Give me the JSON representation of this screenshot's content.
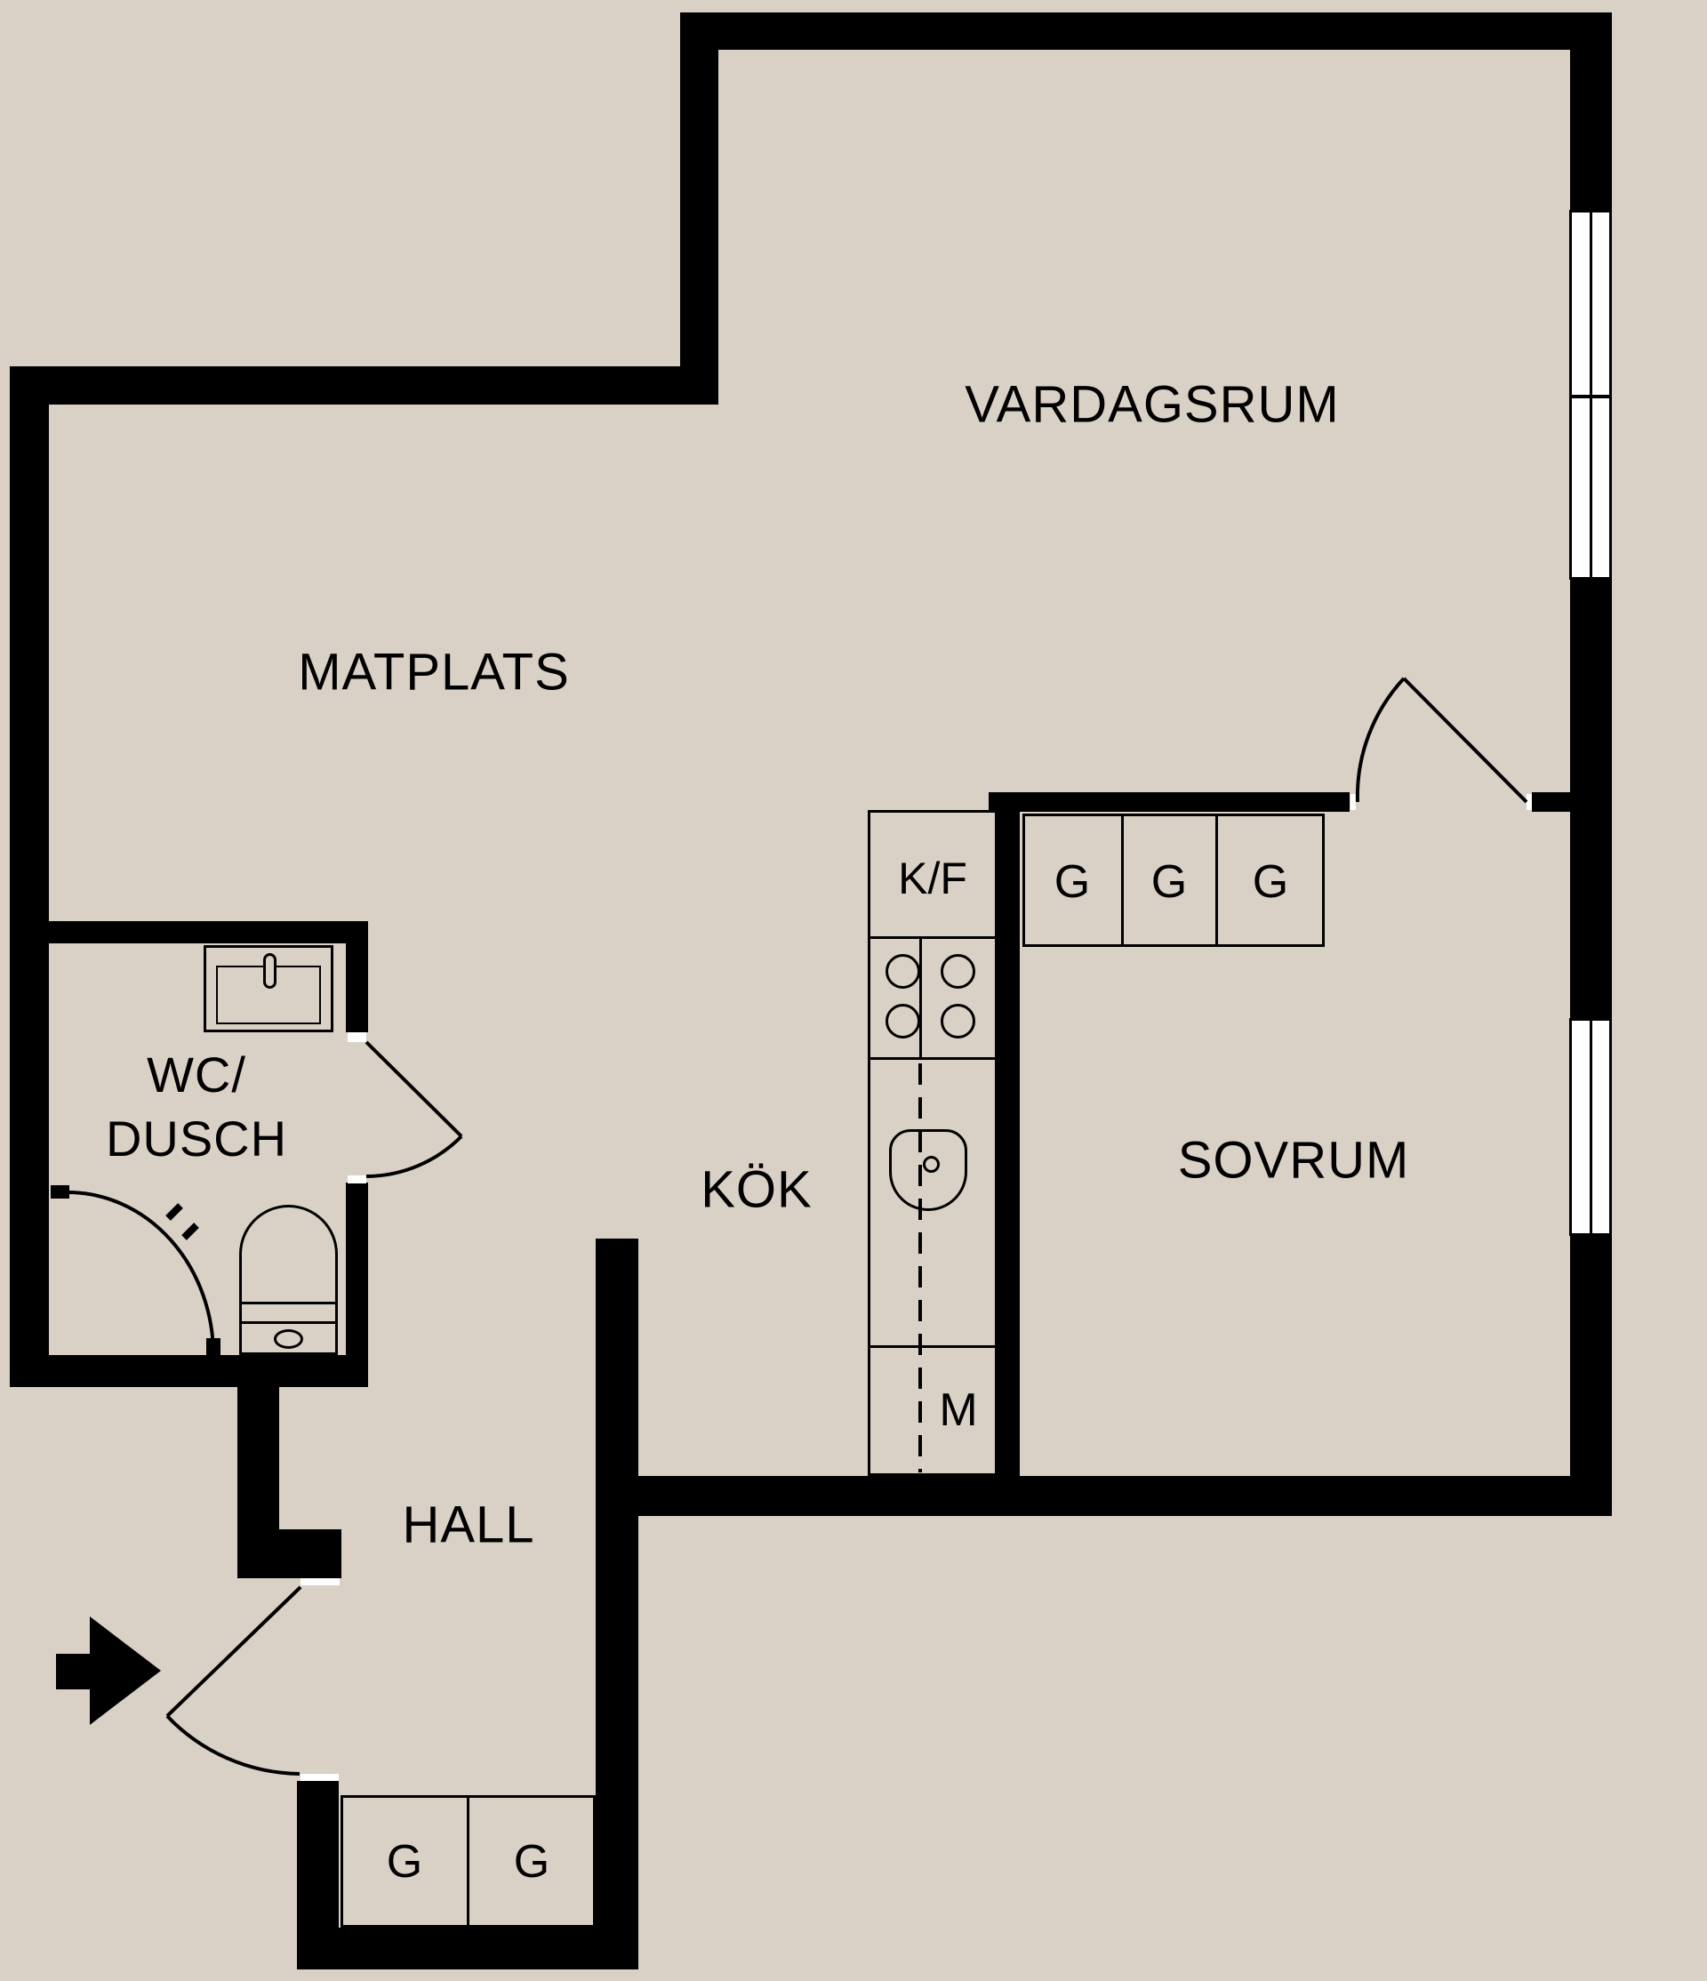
{
  "colors": {
    "background": "#d9d1c6",
    "wall": "#000000",
    "window_glass": "#ffffff",
    "line": "#000000"
  },
  "rooms": {
    "vardagsrum": "VARDAGSRUM",
    "matplats": "MATPLATS",
    "wc_dusch_line1": "WC/",
    "wc_dusch_line2": "DUSCH",
    "kok": "KÖK",
    "sovrum": "SOVRUM",
    "hall": "HALL"
  },
  "cabinets": {
    "fridge_freezer": "K/F",
    "machine": "M",
    "sovrum_wardrobes": [
      "G",
      "G",
      "G"
    ],
    "hall_wardrobes": [
      "G",
      "G"
    ]
  }
}
